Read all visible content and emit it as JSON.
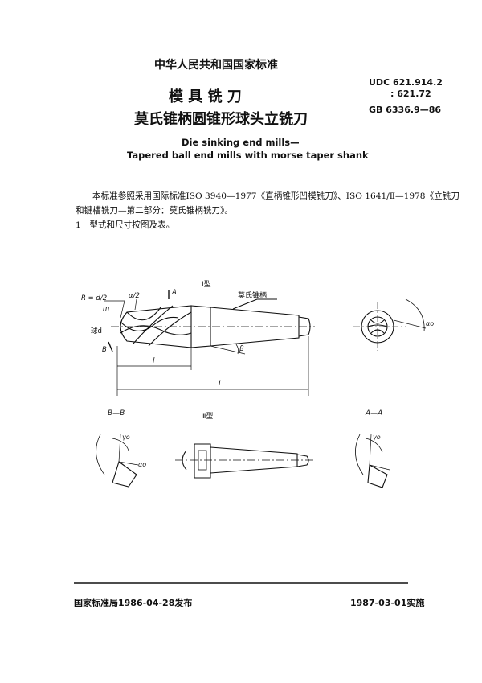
{
  "header": {
    "standard_category": "中华人民共和国国家标准",
    "title_line1": "模 具 铣 刀",
    "title_line2": "莫氏锥柄圆锥形球头立铣刀",
    "title_en_line1": "Die sinking end mills—",
    "title_en_line2": "Tapered ball end mills with morse taper shank",
    "udc_line1": "UDC 621.914.2",
    "udc_line2": ": 621.72",
    "gb_number": "GB 6336.9—86"
  },
  "body": {
    "intro_line1": "本标准参照采用国际标准ISO 3940—1977《直柄锥形凹模铣刀》、ISO 1641/Ⅱ—1978《立铣刀",
    "intro_line2": "和键槽铣刀—第二部分：莫氏锥柄铣刀》。",
    "section1": "1　型式和尺寸按图及表。"
  },
  "figure": {
    "type1_label": "Ⅰ型",
    "type2_label": "Ⅱ型",
    "shank_label": "莫氏锥柄",
    "label_R": "R = d/2",
    "label_alpha_half": "α/2",
    "label_ball_d": "球d",
    "label_m": "m",
    "label_beta": "β",
    "label_A": "A",
    "label_B": "B",
    "label_l": "l",
    "label_L": "L",
    "label_BB": "B—B",
    "label_AA": "A—A",
    "label_gamma": "γo",
    "label_alpha_o": "αo"
  },
  "footer": {
    "issued": "国家标准局1986-04-28发布",
    "effective": "1987-03-01实施"
  }
}
